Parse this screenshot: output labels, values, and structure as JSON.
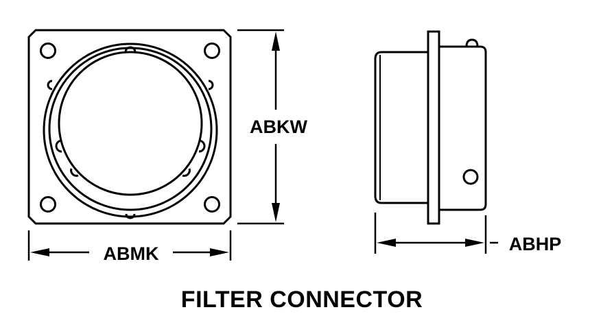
{
  "diagram": {
    "title": "FILTER CONNECTOR",
    "dimensions": {
      "height": "ABKW",
      "width": "ABMK",
      "depth": "ABHP"
    },
    "colors": {
      "ink": "#000000",
      "paper": "#ffffff"
    }
  }
}
